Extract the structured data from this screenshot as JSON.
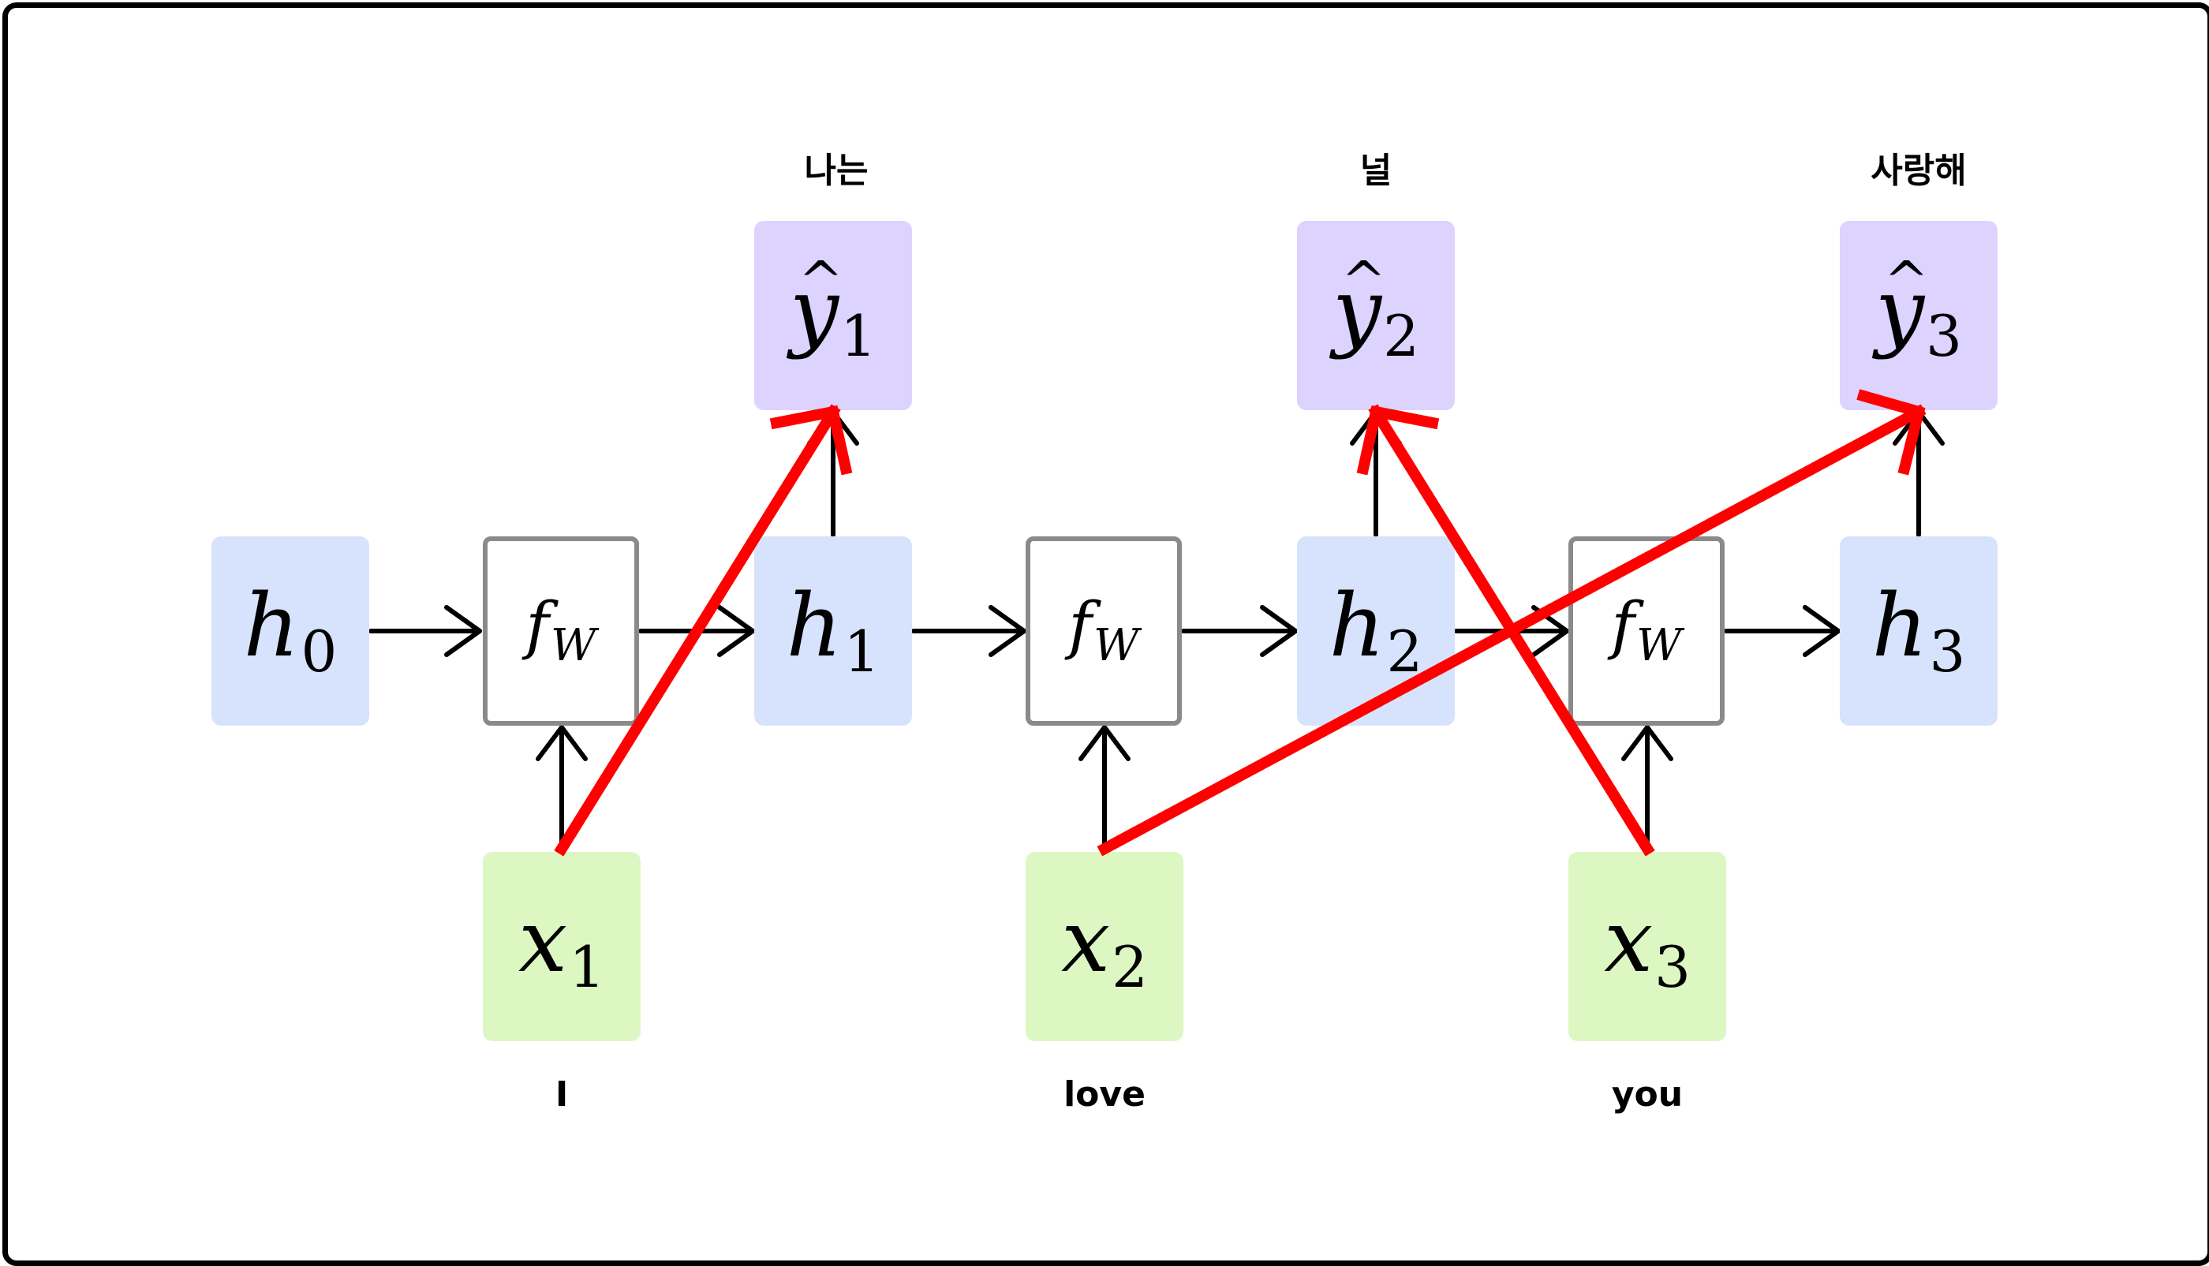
{
  "diagram": {
    "hidden_states": [
      {
        "base": "h",
        "sub": "0"
      },
      {
        "base": "h",
        "sub": "1"
      },
      {
        "base": "h",
        "sub": "2"
      },
      {
        "base": "h",
        "sub": "3"
      }
    ],
    "cells": [
      {
        "base": "f",
        "sub": "W"
      },
      {
        "base": "f",
        "sub": "W"
      },
      {
        "base": "f",
        "sub": "W"
      }
    ],
    "inputs": [
      {
        "base": "x",
        "sub": "1",
        "word": "I"
      },
      {
        "base": "x",
        "sub": "2",
        "word": "love"
      },
      {
        "base": "x",
        "sub": "3",
        "word": "you"
      }
    ],
    "outputs": [
      {
        "base": "y",
        "sub": "1",
        "word": "나는"
      },
      {
        "base": "y",
        "sub": "2",
        "word": "널"
      },
      {
        "base": "y",
        "sub": "3",
        "word": "사랑해"
      }
    ],
    "colors": {
      "hidden": "#d7e3fd",
      "output": "#dcd3fe",
      "input": "#ddf7c2",
      "cell_border": "#8a8a8a",
      "highlight": "#ff0000"
    }
  }
}
